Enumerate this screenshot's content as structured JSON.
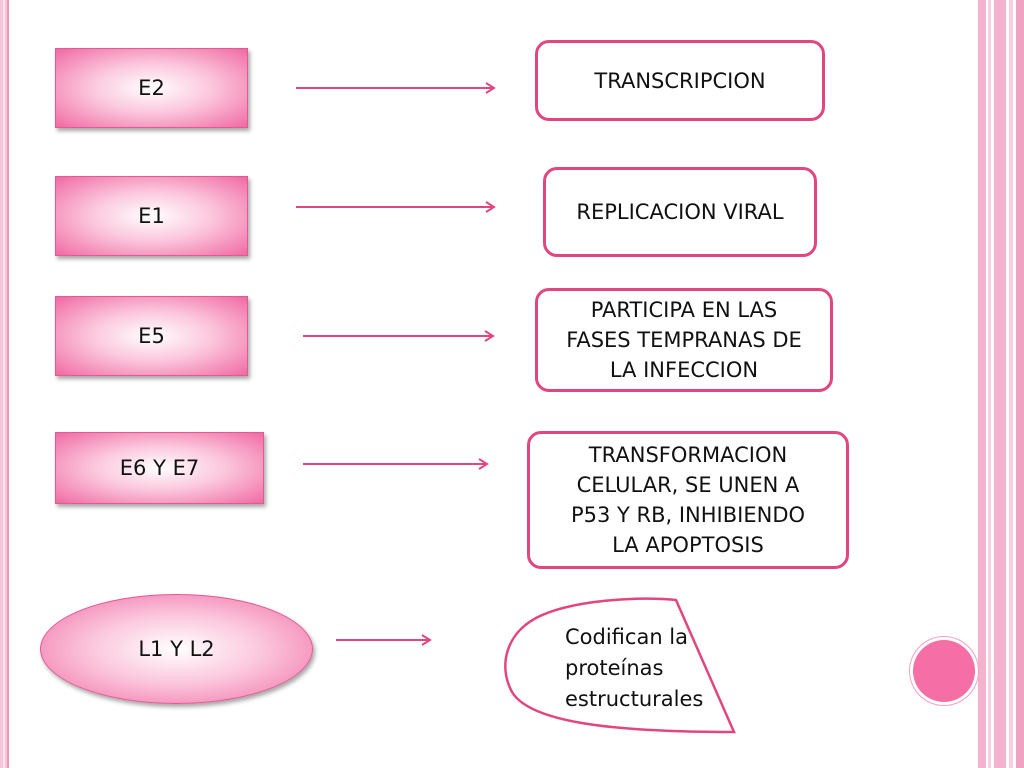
{
  "genes": [
    {
      "id": "e2",
      "label": "E2"
    },
    {
      "id": "e1",
      "label": "E1"
    },
    {
      "id": "e5",
      "label": "E5"
    },
    {
      "id": "e6-e7",
      "label": "E6 Y E7"
    },
    {
      "id": "l1-l2",
      "label": "L1 Y L2"
    }
  ],
  "functions": [
    {
      "id": "transcripcion",
      "lines": [
        "TRANSCRIPCION"
      ]
    },
    {
      "id": "replicacion",
      "lines": [
        "REPLICACION VIRAL"
      ]
    },
    {
      "id": "fases",
      "lines": [
        "PARTICIPA EN LAS",
        "FASES TEMPRANAS DE",
        "LA INFECCION"
      ]
    },
    {
      "id": "transformacion",
      "lines": [
        "TRANSFORMACION",
        "CELULAR, SE UNEN A",
        "P53 Y RB, INHIBIENDO",
        "LA APOPTOSIS"
      ]
    },
    {
      "id": "codifican",
      "lines": [
        "Codifican la",
        "proteínas",
        "estructurales"
      ]
    }
  ],
  "colors": {
    "accent": "#e2467f",
    "gene_fill": "#f06aa3",
    "frame": "#f5c6d8",
    "dot": "#f56ea5"
  }
}
